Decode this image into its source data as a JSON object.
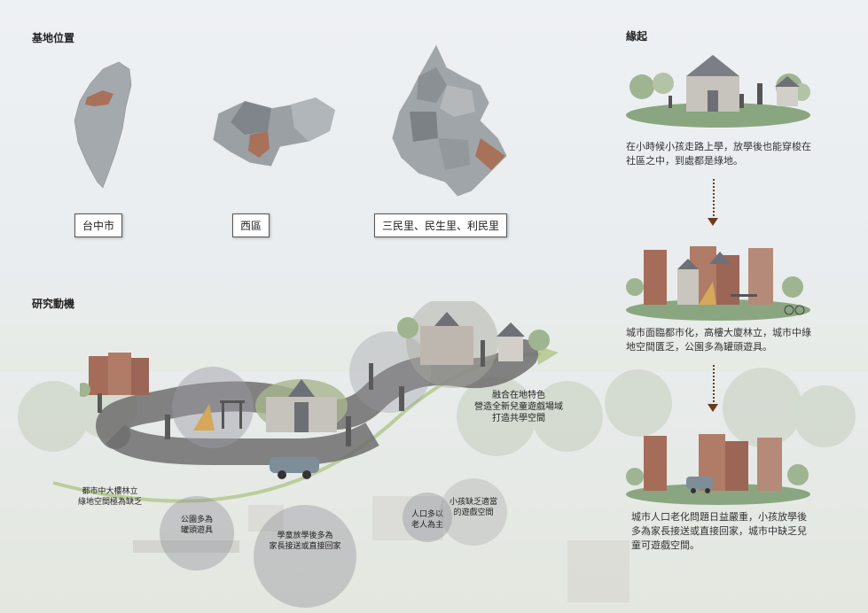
{
  "headings": {
    "site_location": "基地位置",
    "origin": "緣起",
    "motivation": "研究動機"
  },
  "maps": {
    "taichung": "台中市",
    "west_district": "西區",
    "villages": "三民里、民生里、利民里"
  },
  "origin_texts": {
    "p1": "在小時候小孩走路上學，放學後也能穿梭在社區之中，到處都是綠地。",
    "p2": "城市面臨都市化，高樓大廈林立，城市中綠地空間匱乏，公園多為罐頭遊具。",
    "p3": "城市人口老化問題日益嚴重，小孩放學後多為家長接送或直接回家，城市中缺乏兒童可遊戲空間。"
  },
  "motivation_items": {
    "goal": "融合在地特色\n營造全新兒童遊戲場域\n打造共學空間",
    "high_rise": "都市中大樓林立\n綠地空間極為缺乏",
    "park": "公園多為\n罐頭遊具",
    "pickup": "學童放學後多為\n家長接送或直接回家",
    "elderly": "人口多以\n老人為主",
    "lack": "小孩缺乏適當\n的遊戲空間"
  },
  "colors": {
    "accent_brown": "#a7715a",
    "map_gray": "#8f9498",
    "road": "#6a6a6a",
    "arrow": "#6b3b1e"
  }
}
